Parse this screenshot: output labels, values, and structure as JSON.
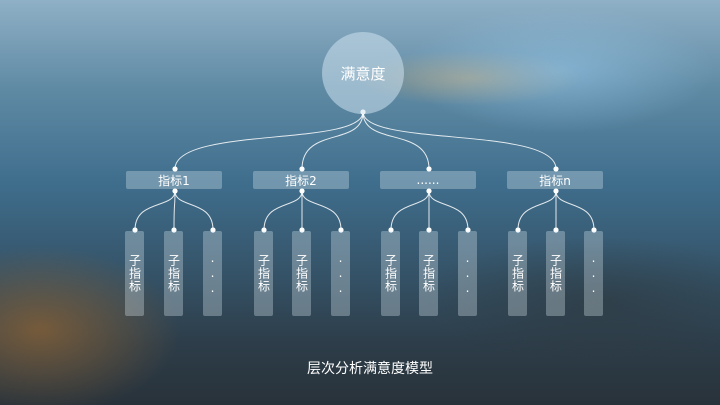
{
  "diagram": {
    "root": {
      "label": "满意度"
    },
    "indicators": [
      {
        "label": "指标1",
        "subs": [
          "子指标",
          "子指标",
          "..."
        ]
      },
      {
        "label": "指标2",
        "subs": [
          "子指标",
          "子指标",
          "..."
        ]
      },
      {
        "label": "......",
        "subs": [
          "子指标",
          "子指标",
          "..."
        ]
      },
      {
        "label": "指标n",
        "subs": [
          "子指标",
          "子指标",
          "..."
        ]
      }
    ],
    "caption": "层次分析满意度模型"
  }
}
